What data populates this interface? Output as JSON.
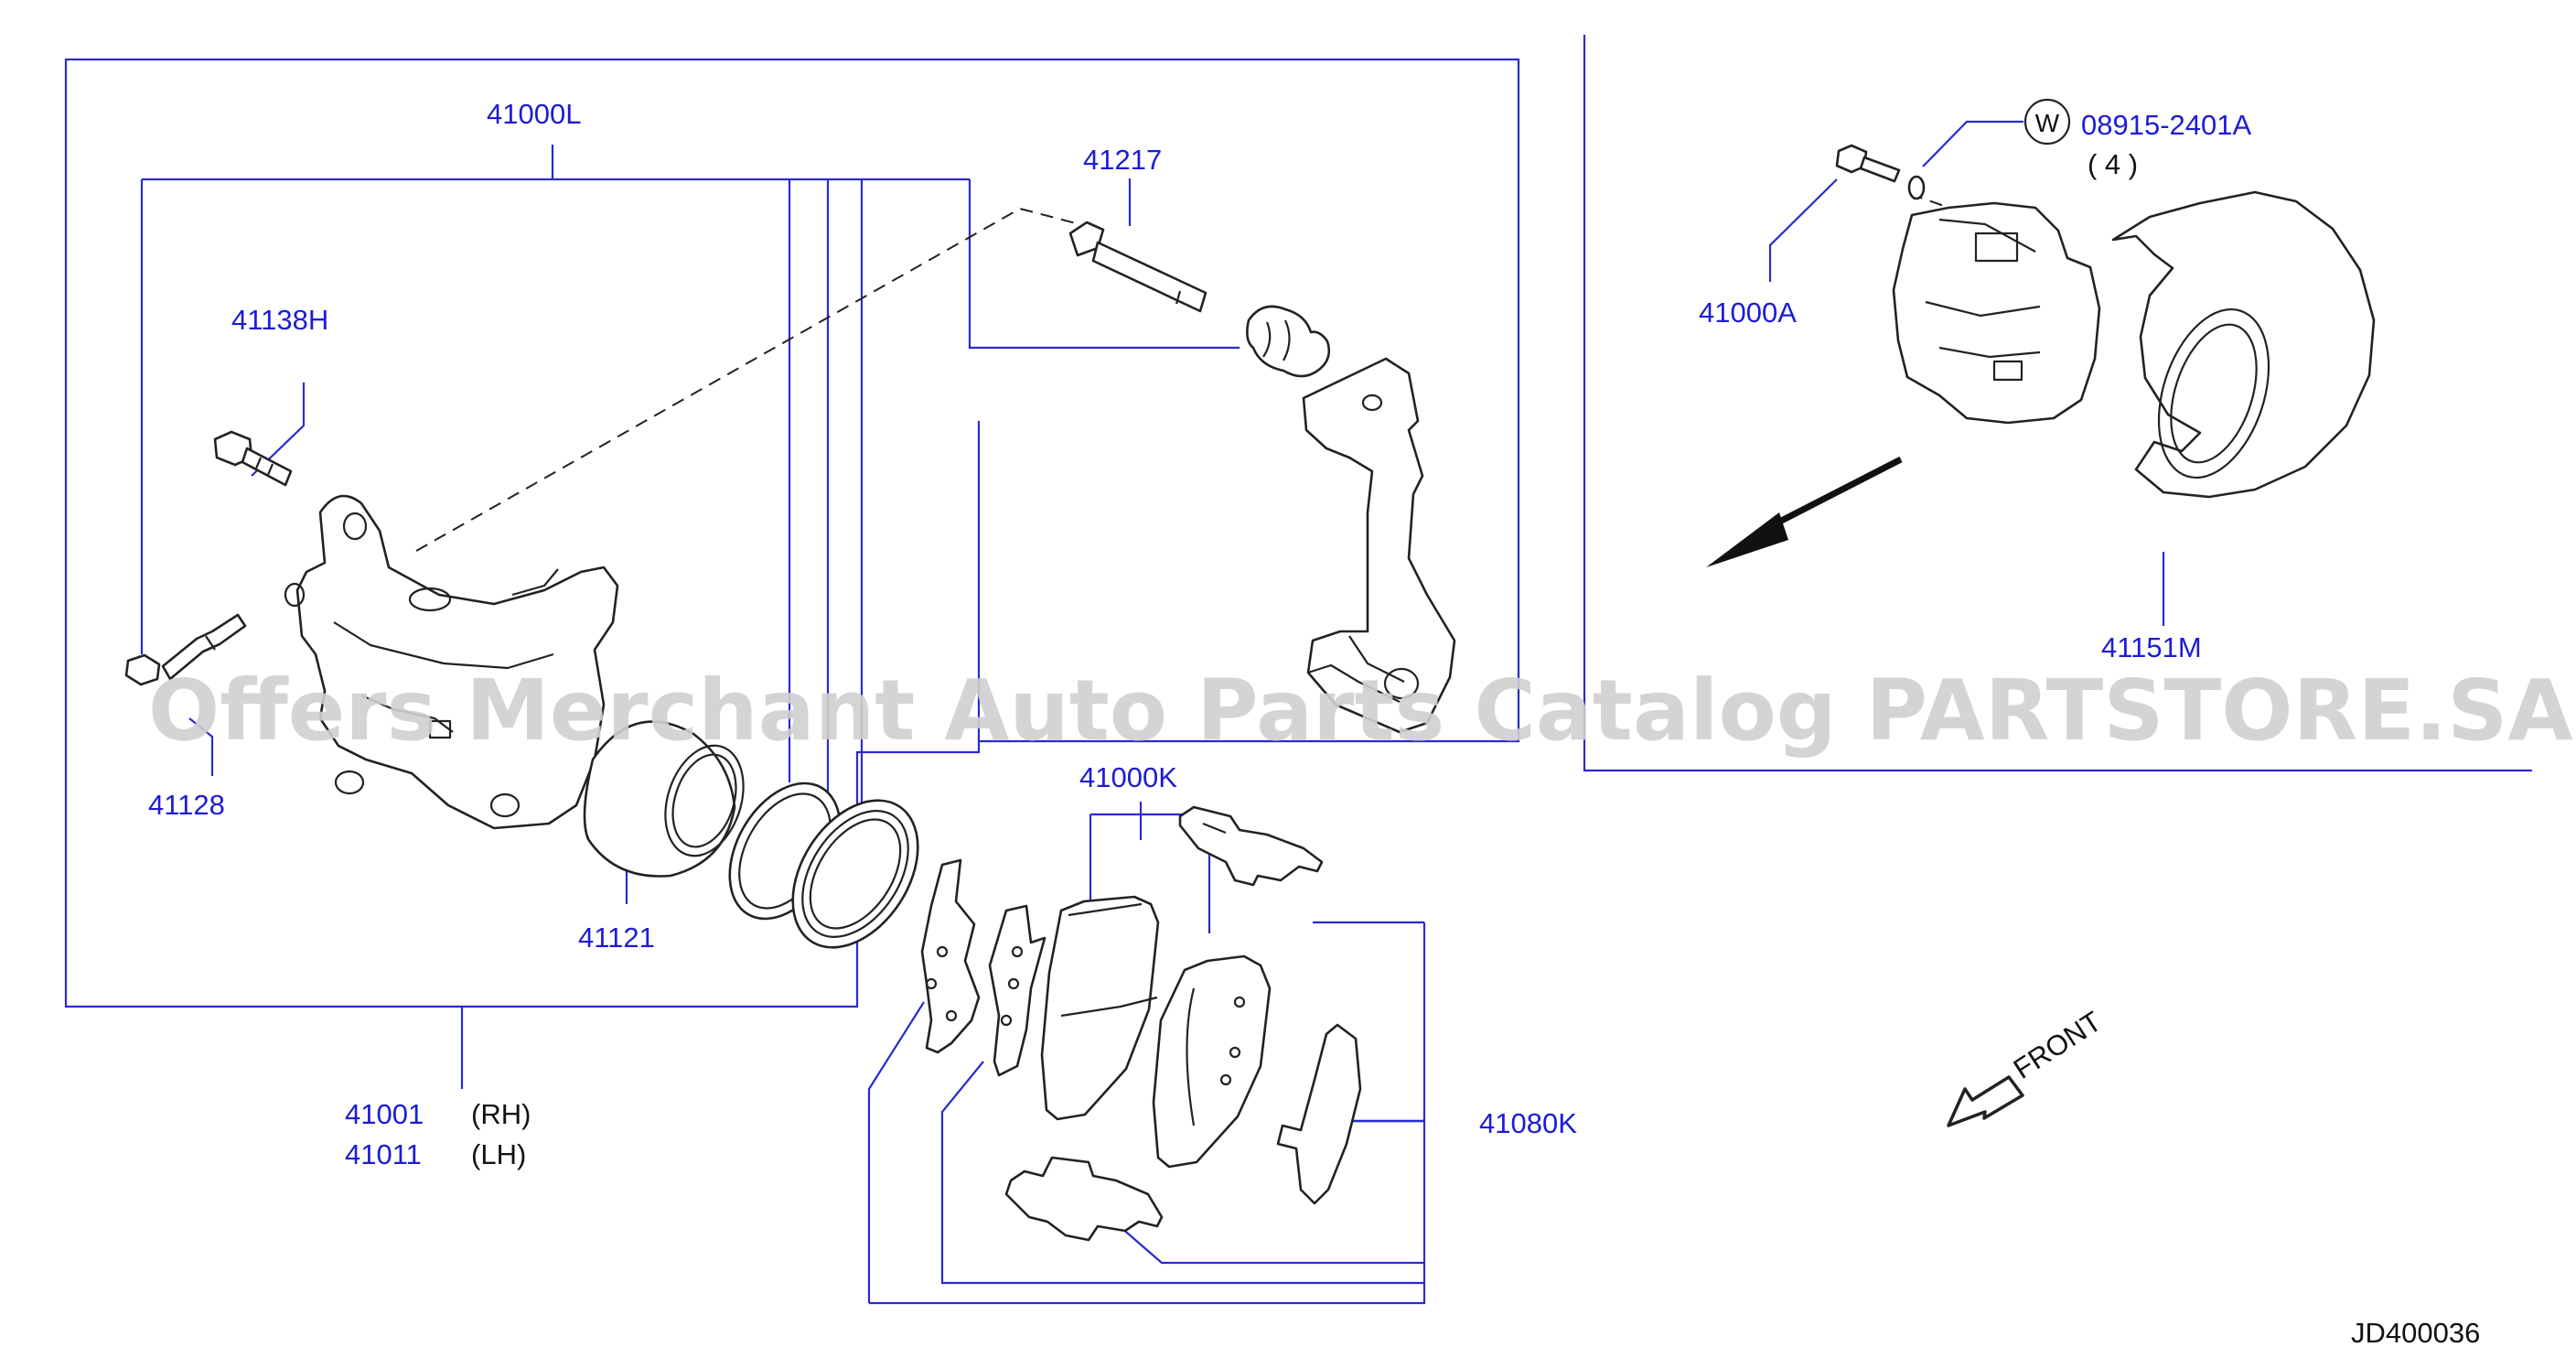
{
  "labels": {
    "p41000L": "41000L",
    "p41217": "41217",
    "p41138H": "41138H",
    "p41128": "41128",
    "p41121": "41121",
    "p41001": "41001",
    "p41001_side": "(RH)",
    "p41011": "41011",
    "p41011_side": "(LH)",
    "p41000K": "41000K",
    "p41080K": "41080K",
    "p41000A": "41000A",
    "p41151M": "41151M",
    "washer_symbol": "W",
    "p08915": "08915-2401A",
    "qty": "( 4 )",
    "front": "FRONT",
    "diagram_code": "JD400036"
  },
  "watermark": "Offers Merchant Auto Parts Catalog PARTSTORE.SA",
  "colors": {
    "label_blue": "#1c1cd6",
    "line_blue": "#2a2ad0",
    "part_stroke": "#222222",
    "watermark_gray": "#cfcfcf"
  }
}
